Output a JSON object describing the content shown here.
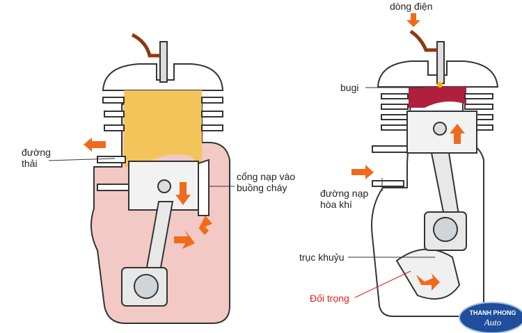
{
  "left_engine": {
    "exhaust_label": "đường thải",
    "intake_port_label": "cổng nạp vào buồng cháy"
  },
  "right_engine": {
    "current_label": "dòng điện",
    "spark_plug_label": "bugi",
    "intake_label": "đường nạp hòa khí",
    "crankshaft_label": "trục khuỷu",
    "counterweight_label": "Đối trọng"
  },
  "logo": {
    "line1": "THANH PHONG",
    "line2": "Auto"
  },
  "colors": {
    "arrow": "#f06a1c",
    "combustion": "#f3c45a",
    "crankcase": "#f2c9c4",
    "burn": "#b0203e",
    "outline": "#333333"
  }
}
